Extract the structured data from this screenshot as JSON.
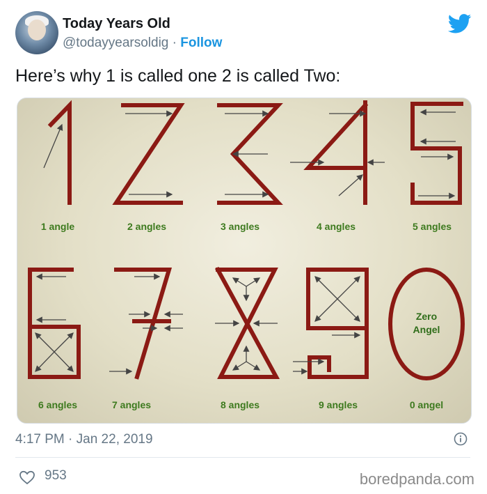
{
  "author": {
    "display_name": "Today Years Old",
    "handle": "@todayyearsoldig",
    "separator": "·",
    "follow_label": "Follow"
  },
  "tweet": {
    "text": "Here’s why 1 is called one 2 is called Two:",
    "timestamp": "4:17 PM · Jan 22, 2019",
    "likes": "953"
  },
  "image": {
    "captions": [
      "1 angle",
      "2 angles",
      "3 angles",
      "4 angles",
      "5 angles",
      "6 angles",
      "7 angles",
      "8 angles",
      "9 angles",
      "0 angel"
    ],
    "zero_label_line1": "Zero",
    "zero_label_line2": "Angel"
  },
  "watermark": "boredpanda.com",
  "icons": {
    "brand": "twitter-bird-icon",
    "info": "info-icon",
    "like": "heart-icon"
  },
  "colors": {
    "digit_stroke": "#8b1a14",
    "caption_green": "#3d7a1e",
    "follow_blue": "#1b95e0",
    "twitter_blue": "#1da1f2",
    "muted": "#657786"
  }
}
